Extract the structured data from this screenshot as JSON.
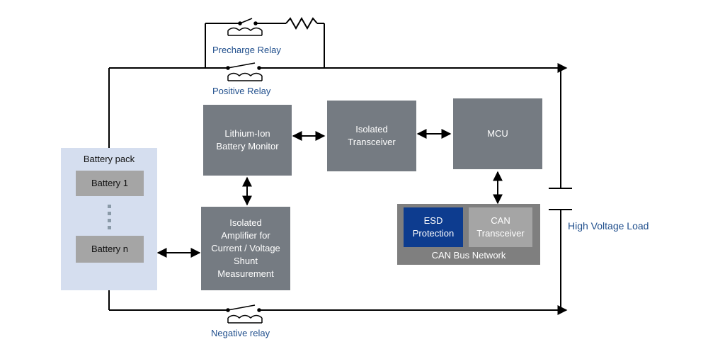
{
  "colors": {
    "block": "#757b82",
    "battery_pack_bg": "#d5deef",
    "battery_cell": "#a5a5a5",
    "can_network_bg": "#7f7f7f",
    "esd": "#0d3c8f",
    "can_transceiver": "#a5a5a5",
    "label_blue": "#1f4e8c",
    "wire": "#000000"
  },
  "relays": {
    "precharge": "Precharge Relay",
    "positive": "Positive Relay",
    "negative": "Negative relay"
  },
  "battery_pack": {
    "title": "Battery pack",
    "cells": [
      "Battery 1",
      "Battery n"
    ]
  },
  "blocks": {
    "battery_monitor": "Lithium-Ion\nBattery Monitor",
    "isolated_transceiver": "Isolated\nTransceiver",
    "mcu": "MCU",
    "isolated_amplifier": "Isolated\nAmplifier for\nCurrent / Voltage\nShunt\nMeasurement"
  },
  "can_bus": {
    "title": "CAN Bus Network",
    "esd": "ESD\nProtection",
    "transceiver": "CAN\nTransceiver"
  },
  "load": "High Voltage Load"
}
